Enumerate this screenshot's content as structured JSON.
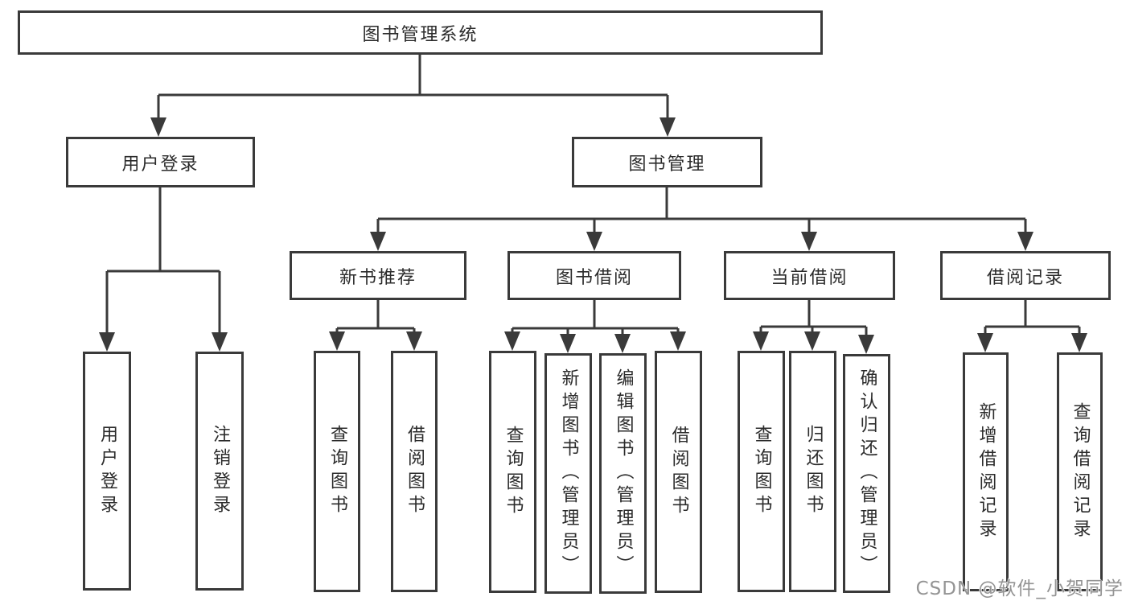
{
  "diagram": {
    "root": {
      "label": "图书管理系统"
    },
    "branches": [
      {
        "label": "用户登录",
        "leaves": [
          {
            "label": "用户登录"
          },
          {
            "label": "注销登录"
          }
        ]
      },
      {
        "label": "图书管理",
        "groups": [
          {
            "label": "新书推荐",
            "leaves": [
              {
                "label": "查询图书"
              },
              {
                "label": "借阅图书"
              }
            ]
          },
          {
            "label": "图书借阅",
            "leaves": [
              {
                "label": "查询图书"
              },
              {
                "label": "新增图书（管理员）"
              },
              {
                "label": "编辑图书（管理员）"
              },
              {
                "label": "借阅图书"
              }
            ]
          },
          {
            "label": "当前借阅",
            "leaves": [
              {
                "label": "查询图书"
              },
              {
                "label": "归还图书"
              },
              {
                "label": "确认归还（管理员）"
              }
            ]
          },
          {
            "label": "借阅记录",
            "leaves": [
              {
                "label": "新增借阅记录"
              },
              {
                "label": "查询借阅记录"
              }
            ]
          }
        ]
      }
    ]
  },
  "watermark": {
    "text": "CSDN @软件_小贺同学"
  },
  "colors": {
    "line": "#3a3a3a",
    "border": "#3a3a3a",
    "text": "#2b2b2b",
    "watermark": "#949494",
    "background": "#ffffff"
  }
}
